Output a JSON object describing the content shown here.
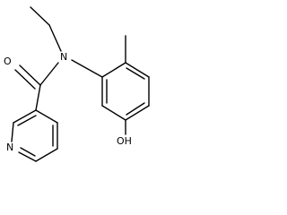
{
  "molecule": {
    "atoms": {
      "oxygen_carbonyl": "O",
      "nitrogen_amide": "N",
      "nitrogen_pyridine": "N",
      "hydroxyl": "OH"
    },
    "colors": {
      "bond": "#000000",
      "label": "#000000",
      "background": "#ffffff"
    }
  }
}
